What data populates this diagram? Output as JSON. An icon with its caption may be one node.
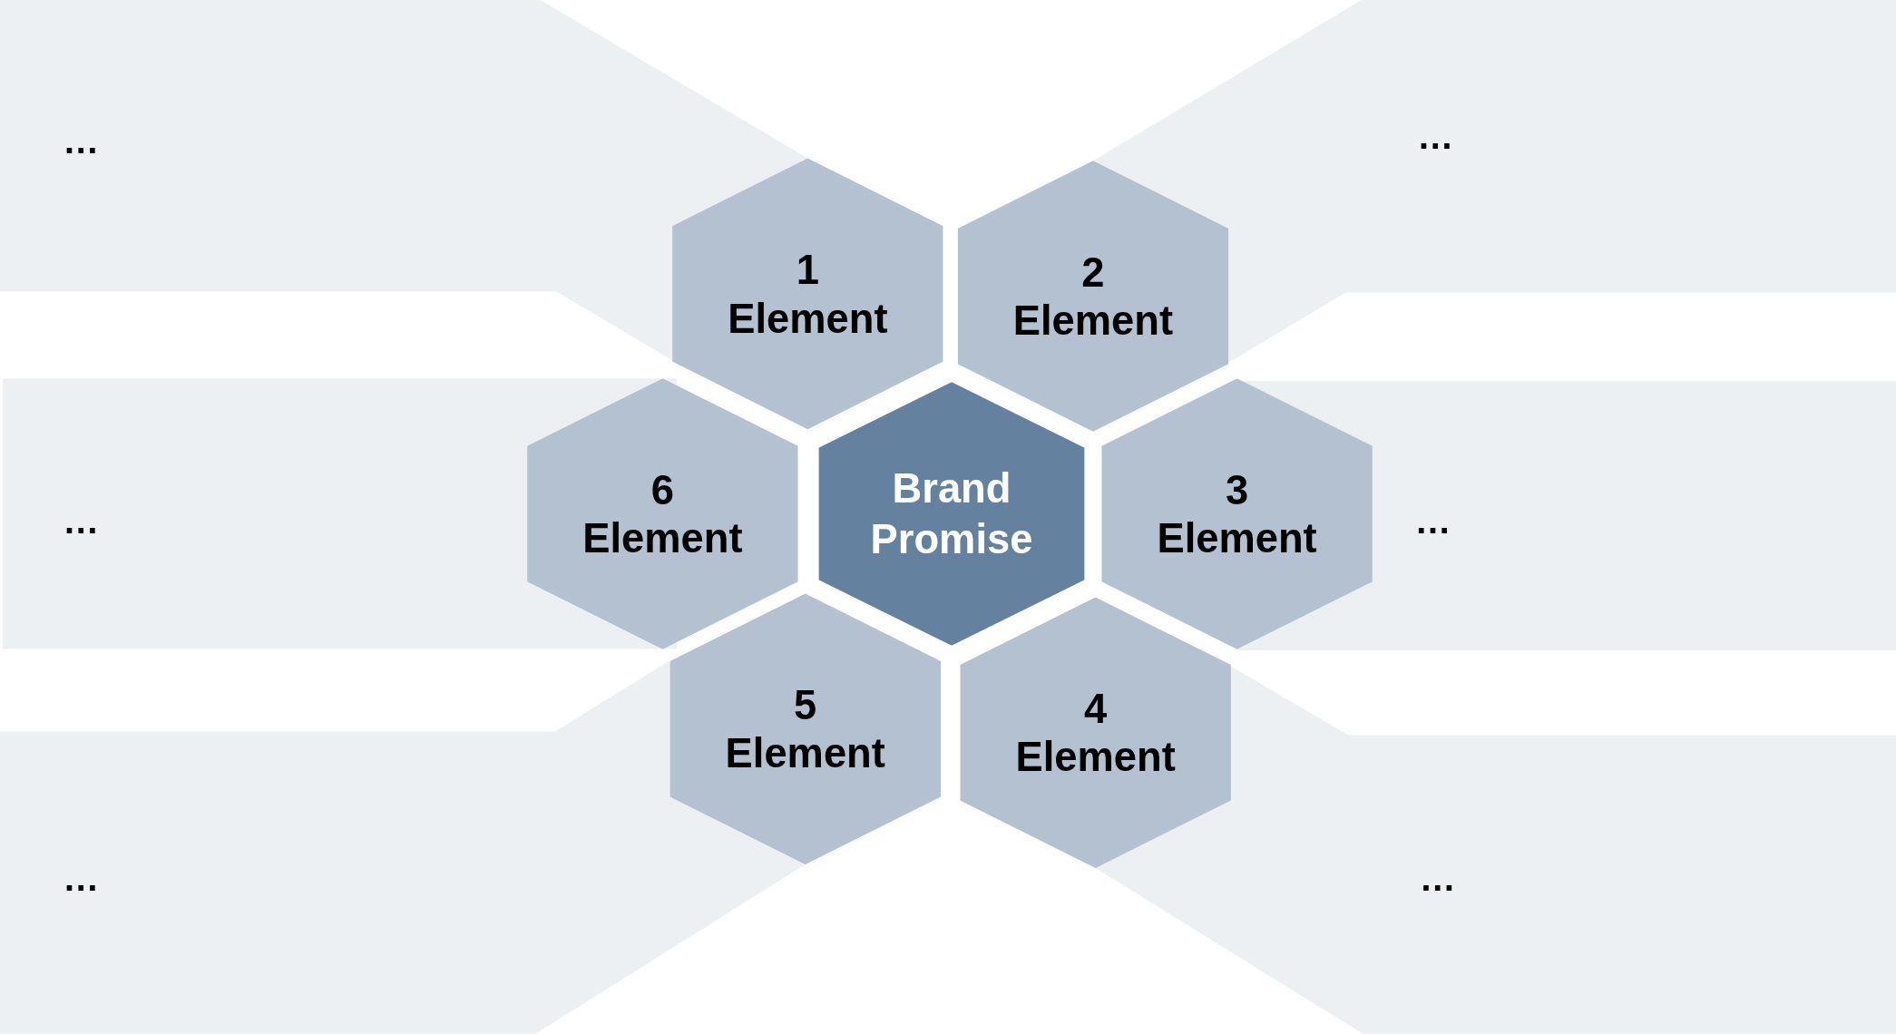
{
  "diagram": {
    "nodes": [
      {
        "text": [
          "…"
        ]
      },
      {
        "text": [
          "…"
        ]
      },
      {
        "text": [
          "1",
          "Element"
        ]
      },
      {
        "text": [
          "2",
          "Element"
        ]
      },
      {
        "text": [
          "…"
        ]
      },
      {
        "text": [
          "6",
          "Element"
        ]
      },
      {
        "text": [
          "Brand Promise"
        ]
      },
      {
        "text": [
          "3",
          "Element"
        ]
      },
      {
        "text": [
          "…"
        ]
      },
      {
        "text": [
          "5",
          "Element"
        ]
      },
      {
        "text": [
          "4",
          "Element"
        ]
      },
      {
        "text": [
          "…"
        ]
      },
      {
        "text": [
          "…"
        ]
      }
    ]
  }
}
